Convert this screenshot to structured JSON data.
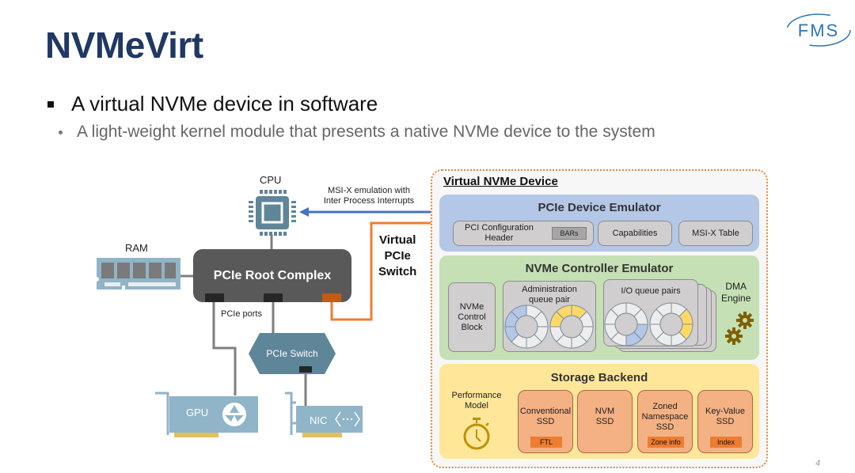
{
  "slide": {
    "title": "NVMeVirt",
    "logo_text": "FMS",
    "bullets": [
      {
        "level": 1,
        "text": "A virtual NVMe device in software"
      },
      {
        "level": 2,
        "text": "A light-weight kernel module that presents a native NVMe device to the system"
      }
    ],
    "page_number": "4"
  },
  "diagram": {
    "host": {
      "cpu_label": "CPU",
      "ram_label": "RAM",
      "root_complex_label": "PCIe Root Complex",
      "ports_label": "PCIe ports",
      "pcie_switch_label": "PCIe Switch",
      "gpu_label": "GPU",
      "nic_label": "NIC",
      "msix_label_line1": "MSI-X emulation with",
      "msix_label_line2": "Inter Process Interrupts",
      "virtual_switch_line1": "Virtual",
      "virtual_switch_line2": "PCIe",
      "virtual_switch_line3": "Switch"
    },
    "virtual_device": {
      "title": "Virtual NVMe Device",
      "pcie_device_emulator": {
        "title": "PCIe Device Emulator",
        "config_header_line1": "PCI Configuration",
        "config_header_line2": "Header",
        "bars_label": "BARs",
        "capabilities_label": "Capabilities",
        "msix_table_label": "MSI-X Table"
      },
      "nvme_controller_emulator": {
        "title": "NVMe Controller Emulator",
        "control_block_line1": "NVMe",
        "control_block_line2": "Control",
        "control_block_line3": "Block",
        "admin_queue_line1": "Administration",
        "admin_queue_line2": "queue pair",
        "io_queue_label": "I/O queue pairs",
        "dma_line1": "DMA",
        "dma_line2": "Engine"
      },
      "storage_backend": {
        "title": "Storage Backend",
        "perf_model_line1": "Performance",
        "perf_model_line2": "Model",
        "ssds": [
          {
            "lines": [
              "Conventional",
              "SSD"
            ],
            "tag": "FTL"
          },
          {
            "lines": [
              "NVM",
              "SSD"
            ],
            "tag": ""
          },
          {
            "lines": [
              "Zoned",
              "Namespace",
              "SSD"
            ],
            "tag": "Zone info"
          },
          {
            "lines": [
              "Key-Value",
              "SSD"
            ],
            "tag": "Index"
          }
        ]
      }
    },
    "colors": {
      "title_navy": "#1f3864",
      "pcie_emulator_blue": "#b4c7e7",
      "nvme_emulator_green": "#c5e0b4",
      "storage_yellow": "#ffe699",
      "ssd_orange": "#f4b183",
      "tag_orange": "#ed7d31",
      "virtual_link_orange": "#ed7d31",
      "msix_arrow_blue": "#4472c4",
      "host_icon_teal": "#5f8599",
      "gear_brown": "#7f6000"
    }
  }
}
